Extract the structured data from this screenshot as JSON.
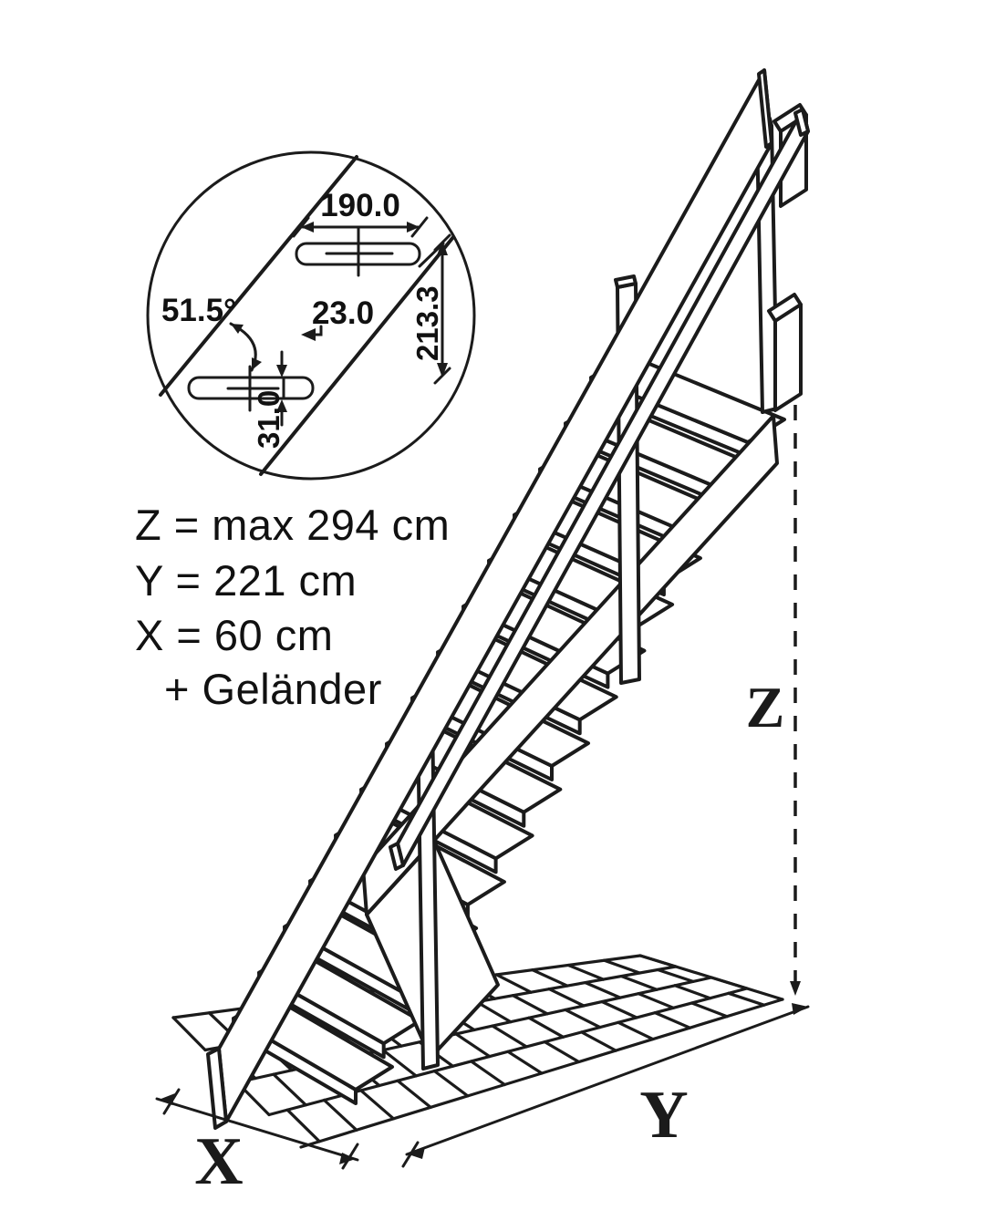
{
  "detail_inset": {
    "length_label": "190.0",
    "angle_label": "51.5°",
    "depth_label": "23.0",
    "thickness_label": "31.0",
    "height_label": "213.3"
  },
  "spec_text": {
    "z_line": "Z = max 294 cm",
    "y_line": "Y = 221 cm",
    "x_line": "X = 60 cm",
    "railing_line": "+ Geländer"
  },
  "drawing_labels": {
    "x": "X",
    "y": "Y",
    "z": "Z"
  },
  "colors": {
    "ink": "#1b1b1b",
    "background": "#ffffff"
  }
}
